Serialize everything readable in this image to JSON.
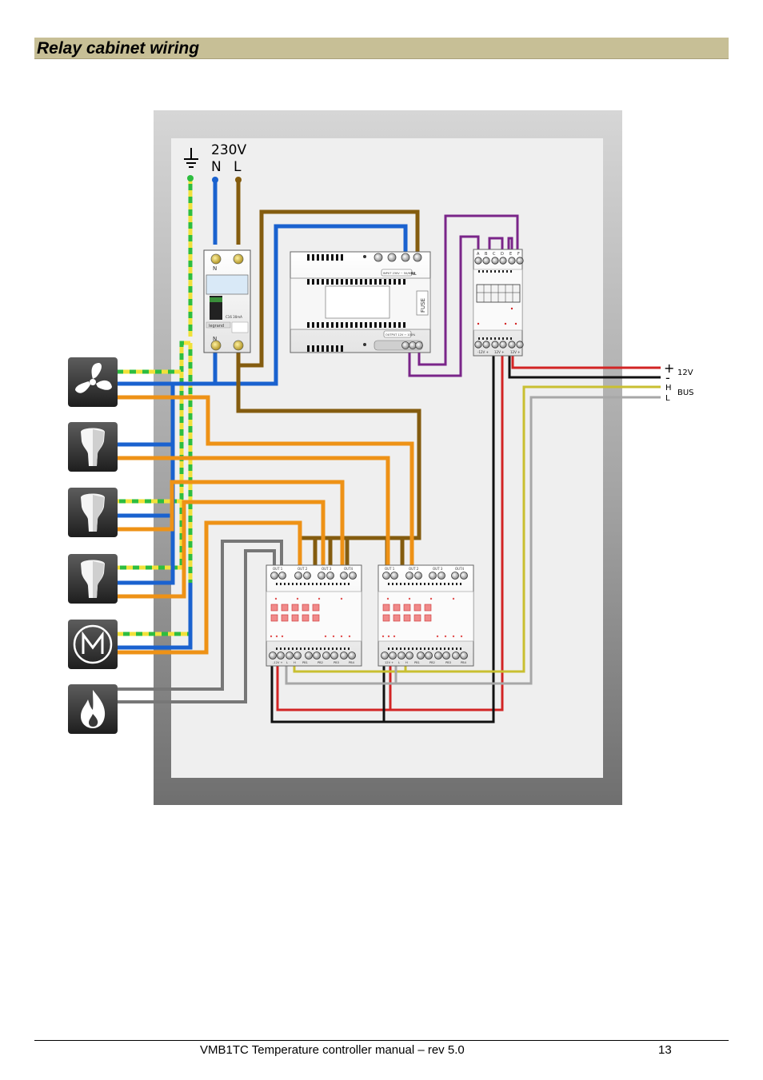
{
  "section": {
    "title": "Relay cabinet wiring"
  },
  "supply": {
    "voltage": "230V",
    "neutral": "N",
    "live": "L"
  },
  "breaker": {
    "top_mark": "N",
    "bottom_mark": "N",
    "rating": "C16 30mA",
    "brand": "legrand"
  },
  "power_supply": {
    "input_label": "INPUT 230V ~ 50/60Hz",
    "output_label": "OUTPUT 12V ⎓ 100%",
    "fuse_label": "FUSE",
    "brand_mark": "NL"
  },
  "input_module": {
    "top_terminals": [
      "A",
      "B",
      "C",
      "D",
      "E",
      "F"
    ],
    "bottom_terminals": [
      "-12V +",
      "12V +",
      "12V +"
    ]
  },
  "relay_modules": [
    {
      "outputs": [
        "OUT 1",
        "OUT 2",
        "OUT 3",
        "OUT4"
      ],
      "bus_terminals": [
        "-12V +",
        "L",
        "H",
        "PB1",
        "PB2",
        "PB3",
        "PB4"
      ]
    },
    {
      "outputs": [
        "OUT 1",
        "OUT 2",
        "OUT 3",
        "OUT4"
      ],
      "bus_terminals": [
        "12V +",
        "L",
        "H",
        "PB1",
        "PB2",
        "PB3",
        "PB4"
      ]
    }
  ],
  "bus_labels": {
    "plus": "+",
    "minus": "-",
    "voltage": "12V",
    "high": "H",
    "low": "L",
    "bus": "BUS"
  },
  "loads": [
    {
      "name": "fan",
      "icon": "fan-icon"
    },
    {
      "name": "lamp 1",
      "icon": "lamp-icon"
    },
    {
      "name": "lamp 2",
      "icon": "lamp-icon"
    },
    {
      "name": "lamp 3",
      "icon": "lamp-icon"
    },
    {
      "name": "motor",
      "icon": "motor-icon",
      "symbol": "M"
    },
    {
      "name": "heating",
      "icon": "flame-icon"
    }
  ],
  "wire_colors": {
    "earth_green": "#2ebd3f",
    "earth_yellow": "#f1e13a",
    "neutral": "#1a62cf",
    "live": "#845c0f",
    "switched": "#ee9216",
    "purple": "#7a2589",
    "red": "#d22424",
    "black": "#111111",
    "bus_h": "#c9bf31",
    "bus_l": "#a7a7a7",
    "gas": "#777777"
  },
  "footer": {
    "text": "VMB1TC Temperature controller manual – rev 5.0",
    "page": "13"
  }
}
